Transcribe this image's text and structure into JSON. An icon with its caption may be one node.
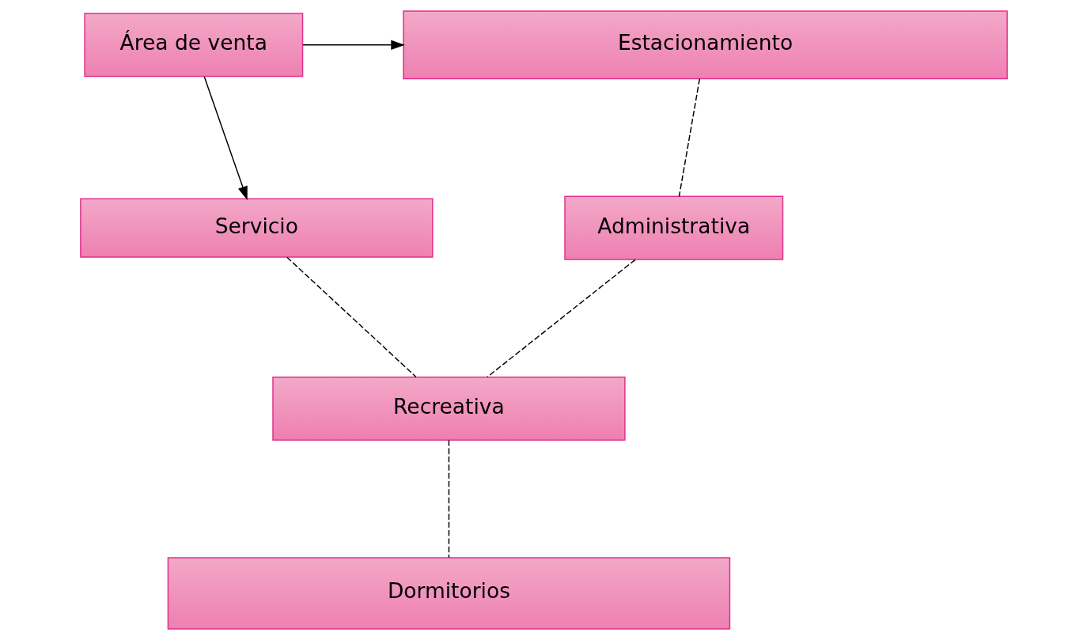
{
  "diagram": {
    "nodes": [
      {
        "text": [
          "Área de venta"
        ]
      },
      {
        "text": [
          "Estacionamiento"
        ]
      },
      {
        "text": [
          "Servicio"
        ]
      },
      {
        "text": [
          "Administrativa"
        ]
      },
      {
        "text": [
          "Recreativa"
        ]
      },
      {
        "text": [
          "Dormitorios"
        ]
      }
    ],
    "edges": [
      {
        "from": 0,
        "to": 1,
        "arrow": "to"
      },
      {
        "from": 0,
        "to": 2,
        "arrow": "to"
      },
      {
        "from": 1,
        "to": 3,
        "arrow": "none",
        "style": "dashed"
      },
      {
        "from": 2,
        "to": 4,
        "arrow": "none",
        "style": "dashed"
      },
      {
        "from": 3,
        "to": 4,
        "arrow": "none",
        "style": "dashed"
      },
      {
        "from": 4,
        "to": 5,
        "arrow": "none",
        "style": "dashed"
      }
    ]
  }
}
